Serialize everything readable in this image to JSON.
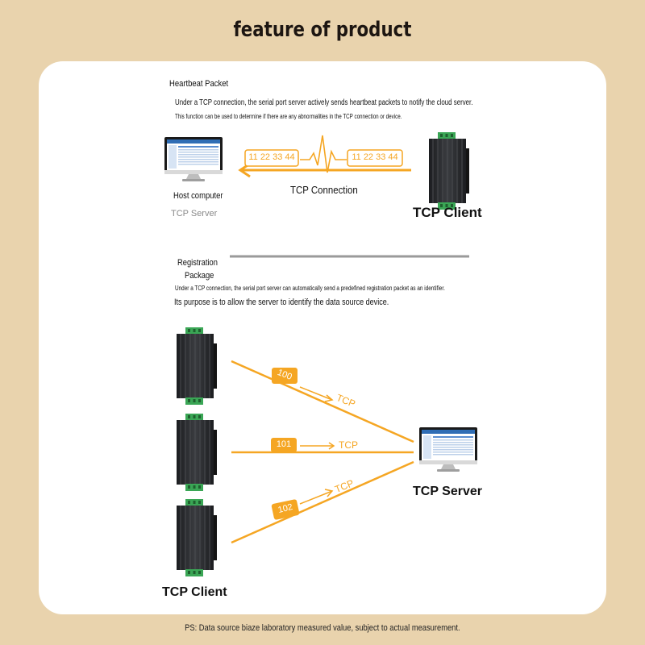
{
  "page": {
    "title": "feature of product",
    "footer": "PS: Data source biaze laboratory measured value, subject to actual measurement."
  },
  "heartbeat": {
    "heading": "Heartbeat Packet",
    "line1": "Under a TCP connection, the serial port server actively sends heartbeat packets to notify the cloud server.",
    "line2": "This function can be used to determine if there are any abnormalities in the TCP connection or device.",
    "packet_left": "11 22 33 44",
    "packet_right": "11 22 33 44",
    "connection_label": "TCP Connection",
    "host_label": "Host computer",
    "host_sub": "TCP Server",
    "client_label": "TCP Client"
  },
  "registration": {
    "heading_line1": "Registration",
    "heading_line2": "Package",
    "line1": "Under a TCP connection, the serial port server can automatically send a predefined registration packet as an identifier.",
    "line2": "Its purpose is to allow the server to identify the data source device.",
    "ids": [
      "100",
      "101",
      "102"
    ],
    "tcp_label": "TCP",
    "server_label": "TCP Server",
    "client_label": "TCP Client"
  },
  "colors": {
    "background": "#e9d3ad",
    "accent": "#f5a623",
    "device": "#2b2d30",
    "terminal": "#3aa655"
  }
}
